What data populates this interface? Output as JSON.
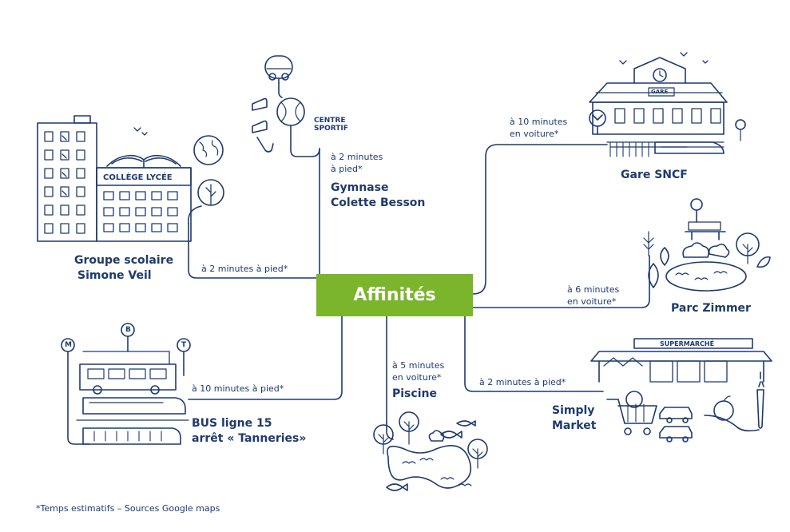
{
  "center": {
    "label": "Affinités"
  },
  "destinations": [
    {
      "id": "ecole",
      "name_line1": "Groupe scolaire",
      "name_line2": "Simone Veil",
      "time_line1": "à 2 minutes à pied*",
      "sign": "COLLÈGE LYCÉE"
    },
    {
      "id": "gymnase",
      "name_line1": "Gymnase",
      "name_line2": "Colette Besson",
      "time_line1": "à 2 minutes",
      "time_line2": "à pied*",
      "sign_line1": "CENTRE",
      "sign_line2": "SPORTIF"
    },
    {
      "id": "gare",
      "name_line1": "Gare SNCF",
      "time_line1": "à 10 minutes",
      "time_line2": "en voiture*",
      "sign": "GARE"
    },
    {
      "id": "parc",
      "name_line1": "Parc Zimmer",
      "time_line1": "à 6 minutes",
      "time_line2": "en voiture*"
    },
    {
      "id": "market",
      "name_line1": "Simply",
      "name_line2": "Market",
      "time_line1": "à 2 minutes à pied*",
      "sign": "SUPERMARCHÉ"
    },
    {
      "id": "piscine",
      "name_line1": "Piscine",
      "time_line1": "à 5 minutes",
      "time_line2": "en voiture*"
    },
    {
      "id": "bus",
      "name_line1": "BUS ligne 15",
      "name_line2": "arrêt « Tanneries»",
      "time_line1": "à 10 minutes à pied*",
      "badges": [
        "M",
        "B",
        "T"
      ]
    }
  ],
  "footnote": "*Temps estimatifs – Sources Google maps",
  "colors": {
    "navy": "#1e3a6e",
    "green": "#7ab52b"
  }
}
